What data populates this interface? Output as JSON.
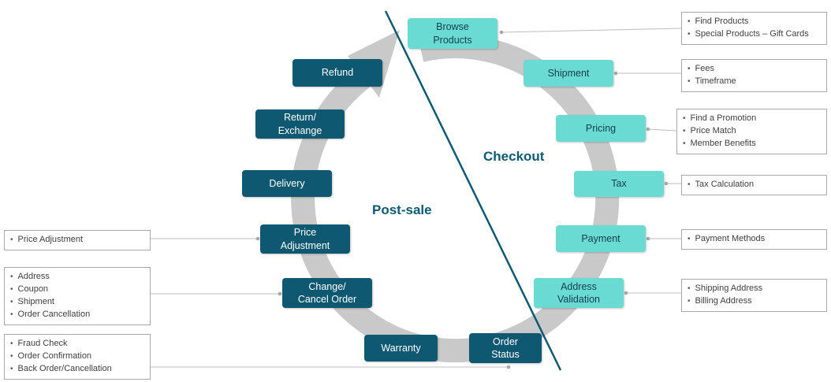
{
  "phase_labels": {
    "checkout": "Checkout",
    "postsale": "Post-sale"
  },
  "nodes": {
    "browse_products": "Browse\nProducts",
    "shipment": "Shipment",
    "pricing": "Pricing",
    "tax": "Tax",
    "payment": "Payment",
    "address_validation": "Address\nValidation",
    "order_status": "Order\nStatus",
    "warranty": "Warranty",
    "change_cancel_order": "Change/\nCancel Order",
    "price_adjustment": "Price\nAdjustment",
    "delivery": "Delivery",
    "return_exchange": "Return/\nExchange",
    "refund": "Refund"
  },
  "annotations": {
    "browse_products": [
      "Find Products",
      "Special Products – Gift Cards"
    ],
    "shipment": [
      "Fees",
      "Timeframe"
    ],
    "pricing": [
      "Find a Promotion",
      "Price Match",
      "Member Benefits"
    ],
    "tax": [
      "Tax Calculation"
    ],
    "payment": [
      "Payment Methods"
    ],
    "address_validation": [
      "Shipping Address",
      "Billing Address"
    ],
    "price_adjustment": [
      "Price Adjustment"
    ],
    "change_cancel_order": [
      "Address",
      "Coupon",
      "Shipment",
      "Order Cancellation"
    ],
    "order_status": [
      "Fraud Check",
      "Order Confirmation",
      "Back Order/Cancellation"
    ]
  },
  "colors": {
    "checkout_node": "#69dbd2",
    "postsale_node": "#0e5971",
    "ring": "#c9c9c9",
    "divider": "#0e5a73"
  }
}
